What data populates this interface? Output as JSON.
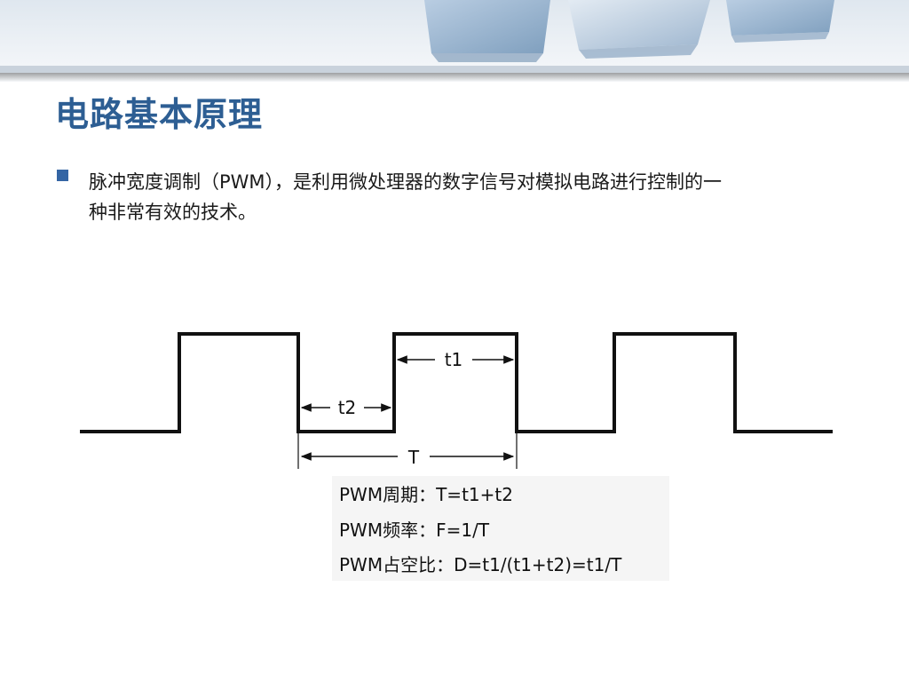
{
  "slide": {
    "title": "电路基本原理",
    "bullet_line1": "脉冲宽度调制（PWM），是利用微处理器的数字信号对模拟电路进行控制的一",
    "bullet_line2": "种非常有效的技术。"
  },
  "diagram": {
    "label_t1": "t1",
    "label_t2": "t2",
    "label_T": "T"
  },
  "formulas": [
    "PWM周期：T=t1+t2",
    "PWM频率：F=1/T",
    "PWM占空比：D=t1/(t1+t2)=t1/T"
  ],
  "colors": {
    "title": "#2d5e93",
    "bullet": "#3465a4"
  }
}
